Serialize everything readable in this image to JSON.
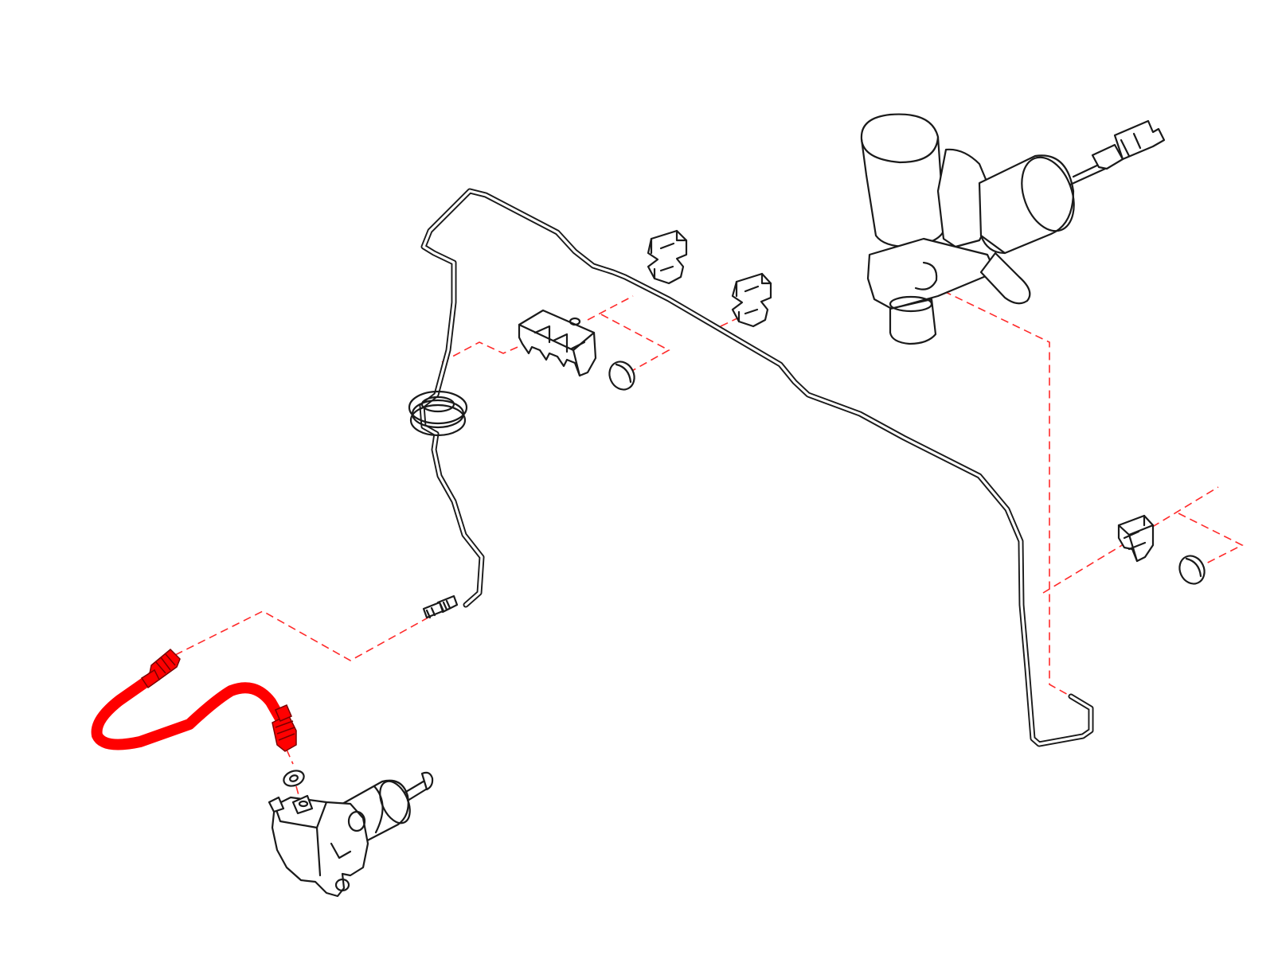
{
  "diagram": {
    "type": "exploded-parts-view",
    "colors": {
      "line_art": "#1a1a1a",
      "highlight": "#ff0000",
      "leader_lines": "#ff2a2a",
      "background": "#ffffff"
    },
    "parts": [
      "clutch-master-cylinder",
      "clutch-pipe",
      "pipe-clip-upper",
      "pipe-clip-middle",
      "pipe-clip-triple",
      "pipe-clip-right",
      "grommet-left",
      "grommet-right",
      "pipe-end-fitting",
      "clutch-hose",
      "washer",
      "operating-cylinder"
    ],
    "highlighted_part": "clutch-hose"
  }
}
